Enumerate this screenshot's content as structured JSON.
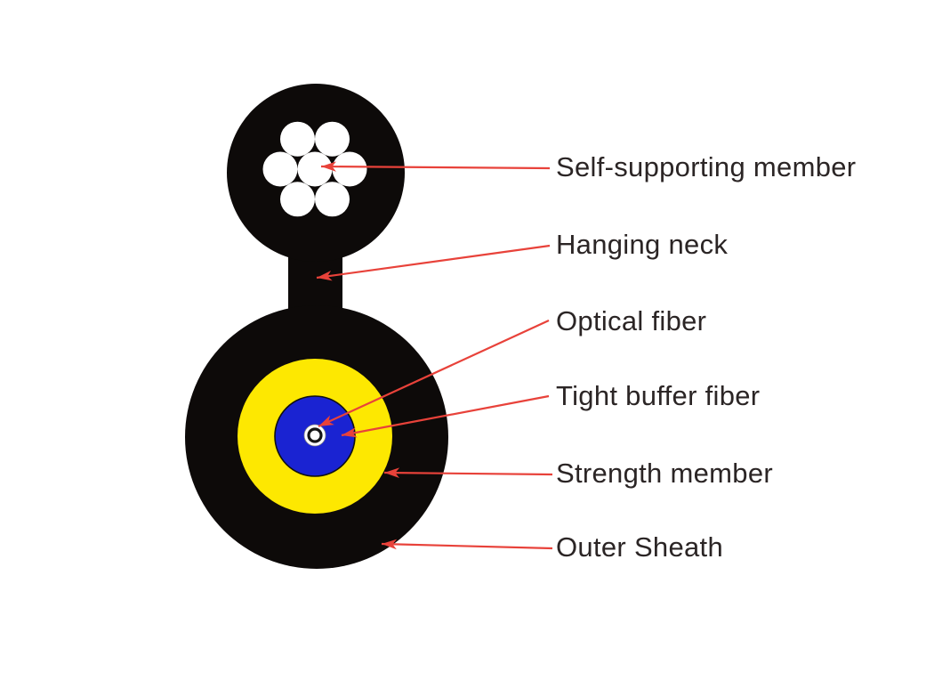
{
  "labels": [
    {
      "id": "self-supporting-member",
      "text": "Self-supporting member"
    },
    {
      "id": "hanging-neck",
      "text": "Hanging neck"
    },
    {
      "id": "optical-fiber",
      "text": "Optical fiber"
    },
    {
      "id": "tight-buffer-fiber",
      "text": "Tight buffer fiber"
    },
    {
      "id": "strength-member",
      "text": "Strength member"
    },
    {
      "id": "outer-sheath",
      "text": "Outer Sheath"
    }
  ],
  "colors": {
    "background": "#ffffff",
    "cable_black": "#0d0a09",
    "wire_white": "#ffffff",
    "strength_yellow": "#fde801",
    "buffer_blue": "#1a23d2",
    "fiber_ring_black": "#161616",
    "arrow_red": "#e8423a",
    "label_text": "#2b2525"
  }
}
